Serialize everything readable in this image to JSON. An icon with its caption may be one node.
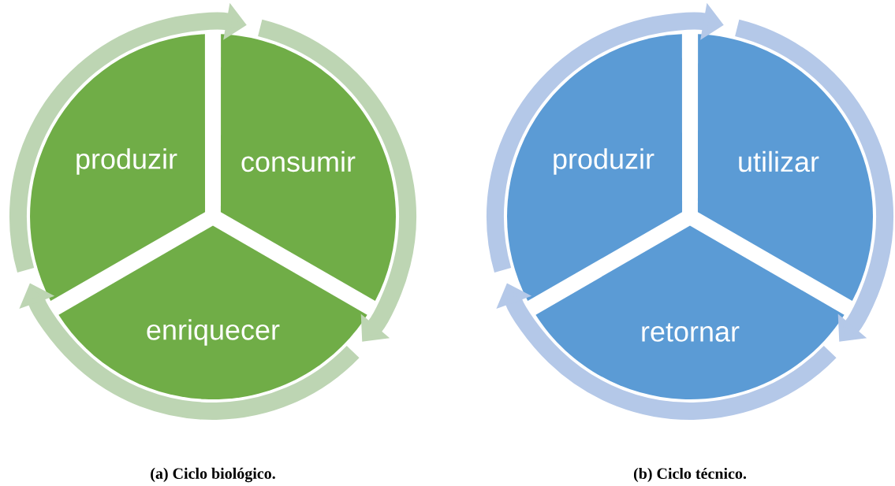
{
  "diagram": {
    "nodes": [
      {
        "text": [
          "produzir"
        ]
      },
      {
        "text": [
          "consumir"
        ]
      },
      {
        "text": [
          "enriquecer"
        ]
      },
      {
        "text": [
          "produzir"
        ]
      },
      {
        "text": [
          "utilizar"
        ]
      },
      {
        "text": [
          "retornar"
        ]
      }
    ],
    "edges": [
      {
        "from": 0,
        "to": 1,
        "arrow": "to",
        "color": "#bdd5b3"
      },
      {
        "from": 1,
        "to": 2,
        "arrow": "to",
        "color": "#bdd5b3"
      },
      {
        "from": 2,
        "to": 0,
        "arrow": "to",
        "color": "#bdd5b3"
      },
      {
        "from": 3,
        "to": 4,
        "arrow": "to",
        "color": "#b4c8e8"
      },
      {
        "from": 4,
        "to": 5,
        "arrow": "to",
        "color": "#b4c8e8"
      },
      {
        "from": 5,
        "to": 3,
        "arrow": "to",
        "color": "#b4c8e8"
      }
    ],
    "labels": [
      "(a) Ciclo biológico.",
      "(b) Ciclo técnico."
    ]
  }
}
